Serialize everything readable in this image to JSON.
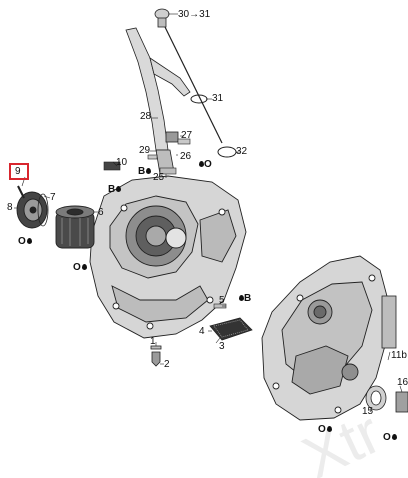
{
  "callouts": {
    "c9": "9",
    "c30_31": "30→31",
    "c31": "31",
    "c28": "28",
    "c27": "27",
    "c29": "29",
    "c10": "10",
    "c26": "26",
    "c25": "25",
    "c32": "32",
    "c8": "8",
    "c7": "7",
    "c6": "6",
    "c5": "5",
    "c4": "4",
    "c3": "3",
    "c1": "1",
    "c2": "2",
    "c11b": "11b",
    "c16": "16",
    "c15": "15"
  },
  "symbols": {
    "oil": "O",
    "bearing": "B"
  },
  "colors": {
    "highlight": "#d8262e",
    "line": "#222222",
    "part_fill": "#d9d9d9",
    "part_dark": "#555555"
  },
  "watermark": "Xtr"
}
